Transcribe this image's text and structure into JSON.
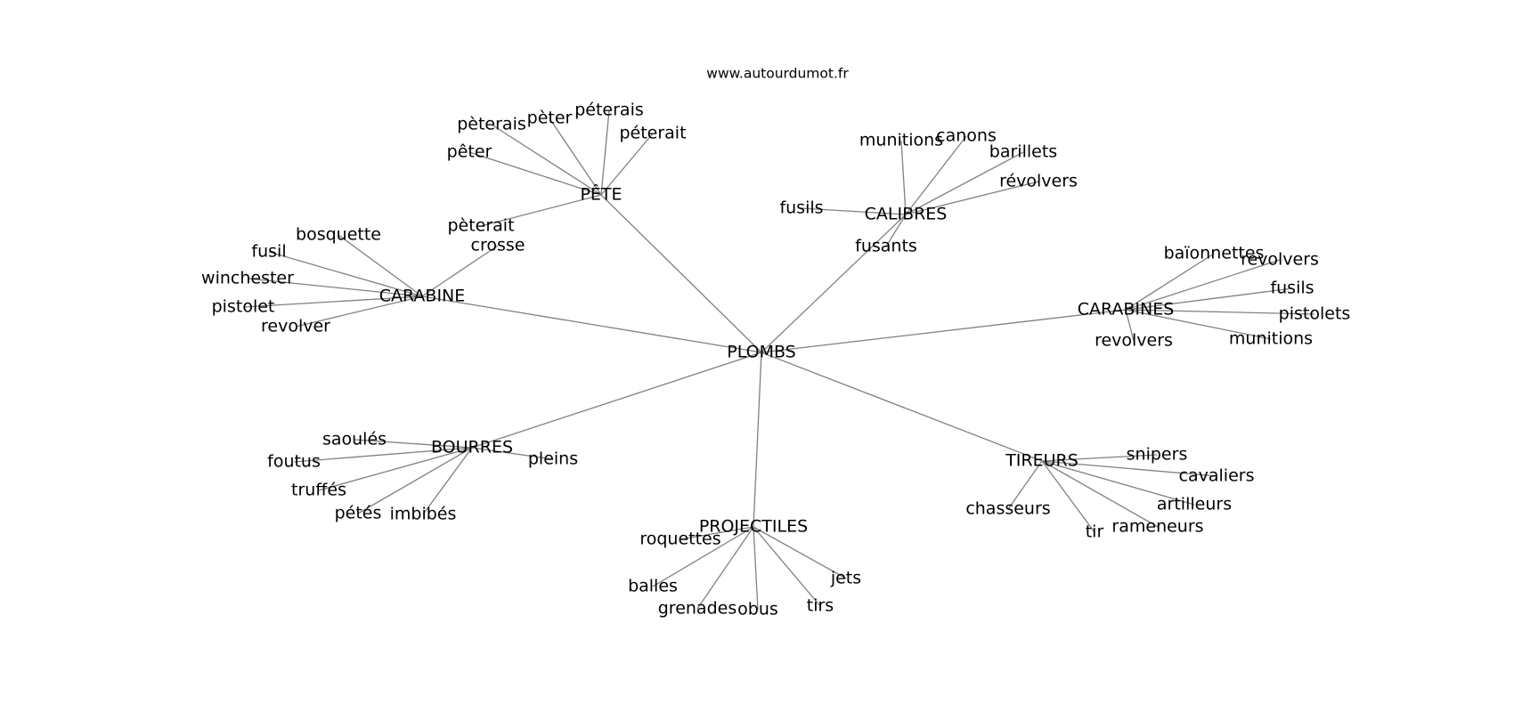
{
  "site": "www.autourdumot.fr",
  "colors": {
    "background": "#ffffff",
    "edge": "#808080",
    "text": "#000000"
  },
  "center": "PLOMBS",
  "clusters": [
    {
      "hub": "PÊTE",
      "words": [
        "pèterais",
        "pèter",
        "péterais",
        "péterait",
        "pêter",
        "pèterait"
      ]
    },
    {
      "hub": "CALIBRES",
      "words": [
        "munitions",
        "canons",
        "barillets",
        "révolvers",
        "fusils",
        "fusants"
      ]
    },
    {
      "hub": "CARABINE",
      "words": [
        "bosquette",
        "fusil",
        "winchester",
        "pistolet",
        "revolver",
        "crosse"
      ]
    },
    {
      "hub": "CARABINES",
      "words": [
        "baïonnettes",
        "revolvers",
        "fusils",
        "pistolets",
        "munitions",
        "revolvers"
      ]
    },
    {
      "hub": "BOURRES",
      "words": [
        "saoulés",
        "foutus",
        "truffés",
        "pétés",
        "imbibés",
        "pleins"
      ]
    },
    {
      "hub": "TIREURS",
      "words": [
        "snipers",
        "cavaliers",
        "artilleurs",
        "rameneurs",
        "tir",
        "chasseurs"
      ]
    },
    {
      "hub": "PROJECTILES",
      "words": [
        "roquettes",
        "balles",
        "grenades",
        "obus",
        "tirs",
        "jets"
      ]
    }
  ]
}
